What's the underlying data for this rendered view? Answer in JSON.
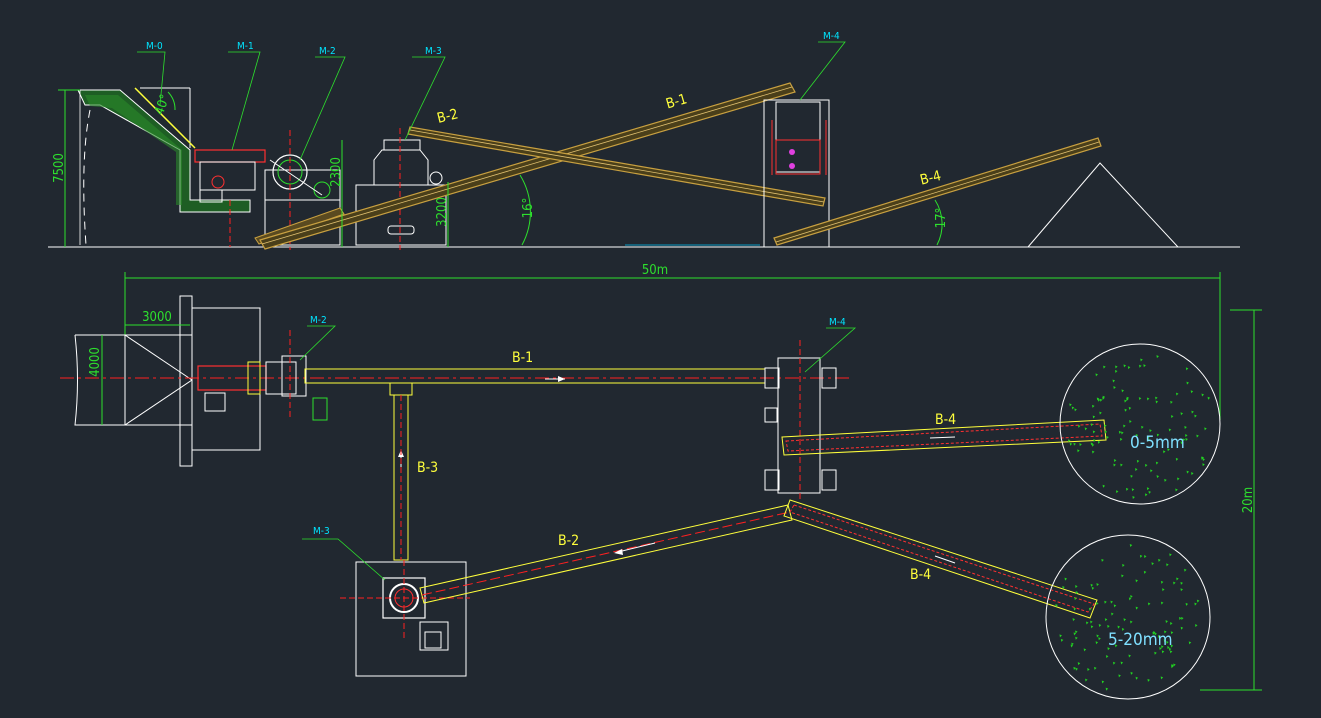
{
  "colors": {
    "background": "#212830",
    "outline": "#ffffff",
    "belt": "#ffff3c",
    "belt_fill": "#c8a040",
    "dimension": "#2de02d",
    "label_tag": "#00e5ff",
    "centerline": "#ff2020",
    "structure": "#c8c8c8"
  },
  "elevation": {
    "machine_tags": [
      "M-0",
      "M-1",
      "M-2",
      "M-3",
      "M-4"
    ],
    "belt_labels": [
      "B-1",
      "B-2",
      "B-4"
    ],
    "dims": {
      "hopper_height": "7500",
      "m2_height": "2300",
      "m3_height": "3200",
      "angle_b2": "16°",
      "angle_b4": "17°",
      "angle_m0": "40°"
    }
  },
  "plan": {
    "overall_length": "50m",
    "overall_width": "20m",
    "hopper_length": "3000",
    "hopper_width": "4000",
    "machine_tags": [
      "M-2",
      "M-3",
      "M-4"
    ],
    "belt_labels": [
      "B-1",
      "B-2",
      "B-3",
      "B-4",
      "B-4"
    ],
    "piles": [
      "0-5mm",
      "5-20mm"
    ]
  }
}
